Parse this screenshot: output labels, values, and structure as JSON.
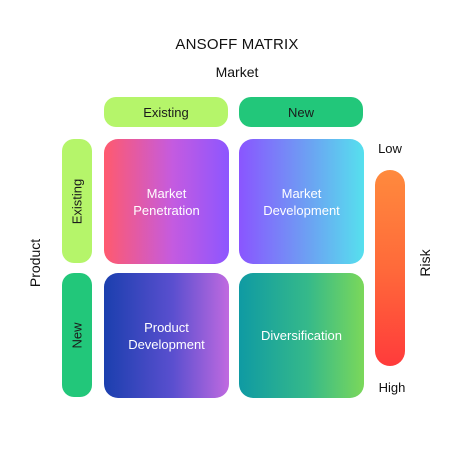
{
  "title": "ANSOFF MATRIX",
  "axes": {
    "market": "Market",
    "product": "Product",
    "risk": "Risk"
  },
  "market_columns": [
    "Existing",
    "New"
  ],
  "product_rows": [
    "Existing",
    "New"
  ],
  "cells": {
    "market_penetration": "Market\nPenetration",
    "market_development": "Market\nDevelopment",
    "product_development": "Product\nDevelopment",
    "diversification": "Diversification"
  },
  "risk_scale": {
    "low": "Low",
    "high": "High"
  },
  "colors": {
    "existing_pill": "#b5f56a",
    "new_pill": "#22c77a",
    "risk_top": "#ff8a3d",
    "risk_bottom": "#ff3b3b"
  }
}
